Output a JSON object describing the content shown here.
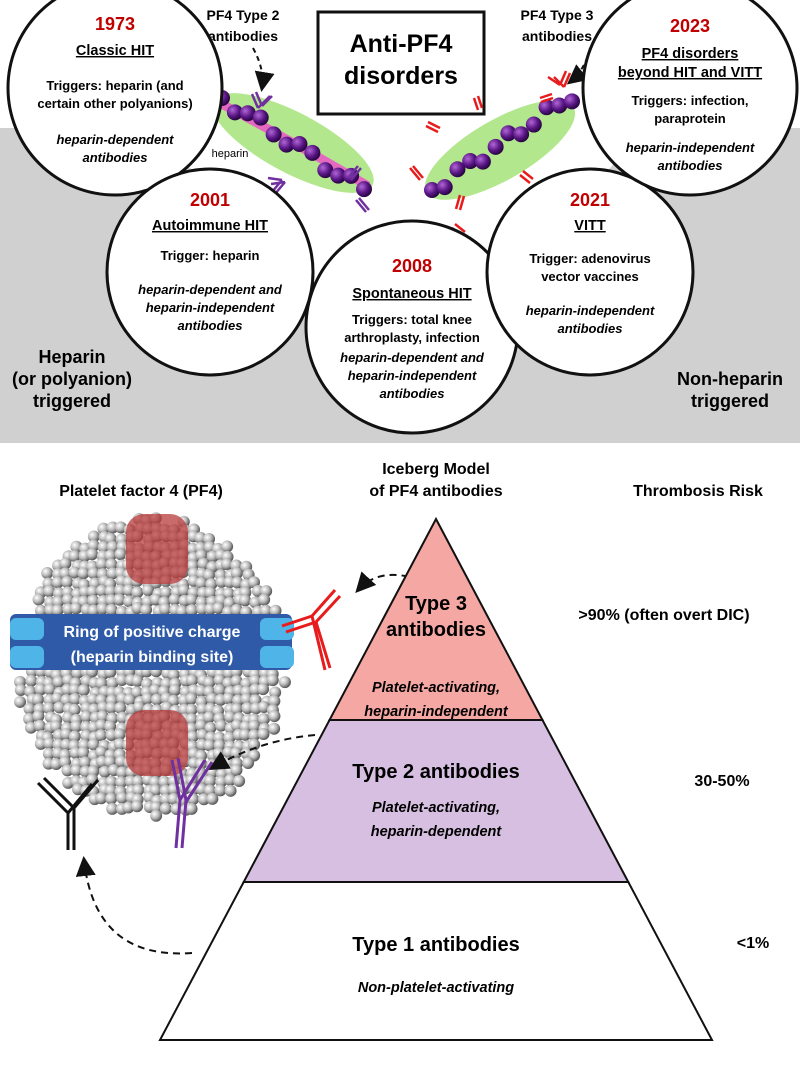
{
  "title": "Anti-PF4\ndisorders",
  "top_labels": {
    "type2_antibodies": "PF4 Type 2\nantibodies",
    "type3_antibodies": "PF4 Type 3\nantibodies",
    "heparin": "heparin",
    "heparin_triggered": "Heparin\n(or polyanion)\ntriggered",
    "non_heparin_triggered": "Non-heparin\ntriggered"
  },
  "disorders": [
    {
      "year": "1973",
      "name": "Classic HIT",
      "triggers": "Triggers: heparin (and\ncertain other polyanions)",
      "antibodies": "heparin-dependent\nantibodies"
    },
    {
      "year": "2001",
      "name": "Autoimmune HIT",
      "triggers": "Trigger: heparin",
      "antibodies": "heparin-dependent and\nheparin-independent\nantibodies"
    },
    {
      "year": "2008",
      "name": "Spontaneous HIT",
      "triggers": "Triggers: total knee\narthroplasty, infection",
      "antibodies": "heparin-dependent and\nheparin-independent\nantibodies"
    },
    {
      "year": "2021",
      "name": "VITT",
      "triggers": "Trigger: adenovirus\nvector vaccines",
      "antibodies": "heparin-independent\nantibodies"
    },
    {
      "year": "2023",
      "name": "PF4 disorders\nbeyond HIT and VITT",
      "triggers": "Triggers: infection,\nparaprotein",
      "antibodies": "heparin-independent\nantibodies"
    }
  ],
  "bottom": {
    "pf4_title": "Platelet factor 4 (PF4)",
    "ring_label": "Ring of positive charge\n(heparin binding site)",
    "iceberg_title": "Iceberg Model\nof PF4 antibodies",
    "risk_title": "Thrombosis Risk",
    "tiers": [
      {
        "name": "Type 3\nantibodies",
        "desc": "Platelet-activating,\nheparin-independent",
        "risk": ">90% (often overt DIC)",
        "color": "#f4a7a3"
      },
      {
        "name": "Type 2 antibodies",
        "desc": "Platelet-activating,\nheparin-dependent",
        "risk": "30-50%",
        "color": "#d6bfe0"
      },
      {
        "name": "Type 1 antibodies",
        "desc": "Non-platelet-activating",
        "risk": "<1%",
        "color": "#ffffff"
      }
    ]
  },
  "colors": {
    "year_red": "#c00000",
    "gray_band": "#d0d0d0",
    "type3_antibody": "#e81c1c",
    "type2_antibody": "#7030a0",
    "type1_antibody": "#111111",
    "ring_blue": "#2e5aa8"
  }
}
